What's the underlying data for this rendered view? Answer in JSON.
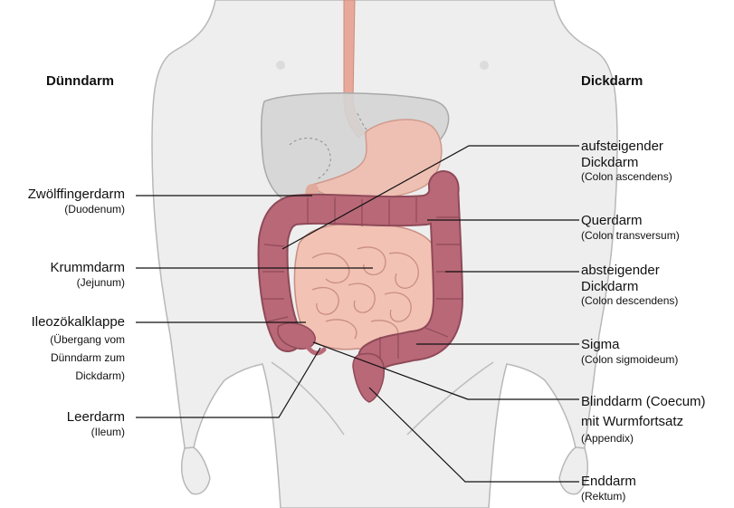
{
  "headings": {
    "small_intestine": "Dünndarm",
    "large_intestine": "Dickdarm"
  },
  "left_labels": [
    {
      "name": "Zwölffingerdarm",
      "latin": "(Duodenum)"
    },
    {
      "name": "Krummdarm",
      "latin": "(Jejunum)"
    },
    {
      "name": "Ileozökalklappe",
      "latin": "(Übergang vom\nDünndarm zum\nDickdarm)"
    },
    {
      "name": "Leerdarm",
      "latin": "(Ileum)"
    }
  ],
  "right_labels": [
    {
      "name": "aufsteigender\nDickdarm",
      "latin": "(Colon ascendens)"
    },
    {
      "name": "Querdarm",
      "latin": "(Colon transversum)"
    },
    {
      "name": "absteigender\nDickdarm",
      "latin": "(Colon descendens)"
    },
    {
      "name": "Sigma",
      "latin": "(Colon sigmoideum)"
    },
    {
      "name": "Blinddarm (Coecum)\nmit Wurmfortsatz",
      "latin": "(Appendix)"
    },
    {
      "name": "Enddarm",
      "latin": "(Rektum)"
    }
  ],
  "colors": {
    "body_fill": "#eeeeee",
    "body_outline": "#b8b8b8",
    "liver": "#d4d4d4",
    "esophagus": "#e8a99a",
    "stomach": "#eec0b4",
    "small_intestine": "#f2c2b4",
    "colon": "#b96878",
    "rectum": "#b96878",
    "leader": "#111111"
  }
}
